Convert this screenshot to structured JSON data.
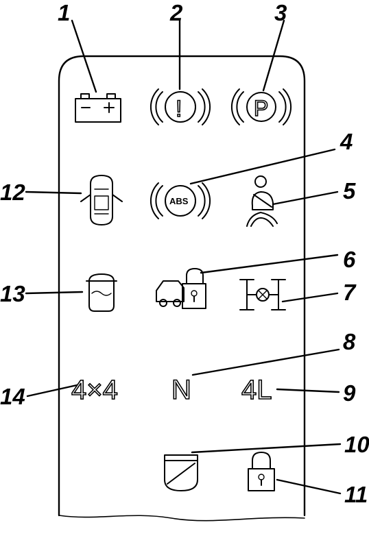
{
  "callouts": [
    {
      "id": 1,
      "label": "1",
      "lamp": "battery-charge-icon"
    },
    {
      "id": 2,
      "label": "2",
      "lamp": "brake-system-warning-icon"
    },
    {
      "id": 3,
      "label": "3",
      "lamp": "parking-brake-icon"
    },
    {
      "id": 4,
      "label": "4",
      "lamp": "abs-warning-icon"
    },
    {
      "id": 5,
      "label": "5",
      "lamp": "seatbelt-reminder-icon"
    },
    {
      "id": 6,
      "label": "6",
      "lamp": "anti-theft-lock-icon"
    },
    {
      "id": 7,
      "label": "7",
      "lamp": "differential-lock-icon"
    },
    {
      "id": 8,
      "label": "8",
      "lamp": "neutral-indicator"
    },
    {
      "id": 9,
      "label": "9",
      "lamp": "4l-indicator"
    },
    {
      "id": 10,
      "label": "10",
      "lamp": "brake-pad-wear-icon"
    },
    {
      "id": 11,
      "label": "11",
      "lamp": "security-lock-icon"
    },
    {
      "id": 12,
      "label": "12",
      "lamp": "door-open-icon"
    },
    {
      "id": 13,
      "label": "13",
      "lamp": "coolant-level-icon"
    },
    {
      "id": 14,
      "label": "14",
      "lamp": "4x4-indicator"
    }
  ],
  "lamps": {
    "abs_text": "ABS",
    "brake_text": "!",
    "parking_text": "P",
    "fourbyfour_text": "4×4",
    "neutral_text": "N",
    "lowrange_text": "4L"
  },
  "colors": {
    "ink": "#000000",
    "paper": "#ffffff"
  }
}
